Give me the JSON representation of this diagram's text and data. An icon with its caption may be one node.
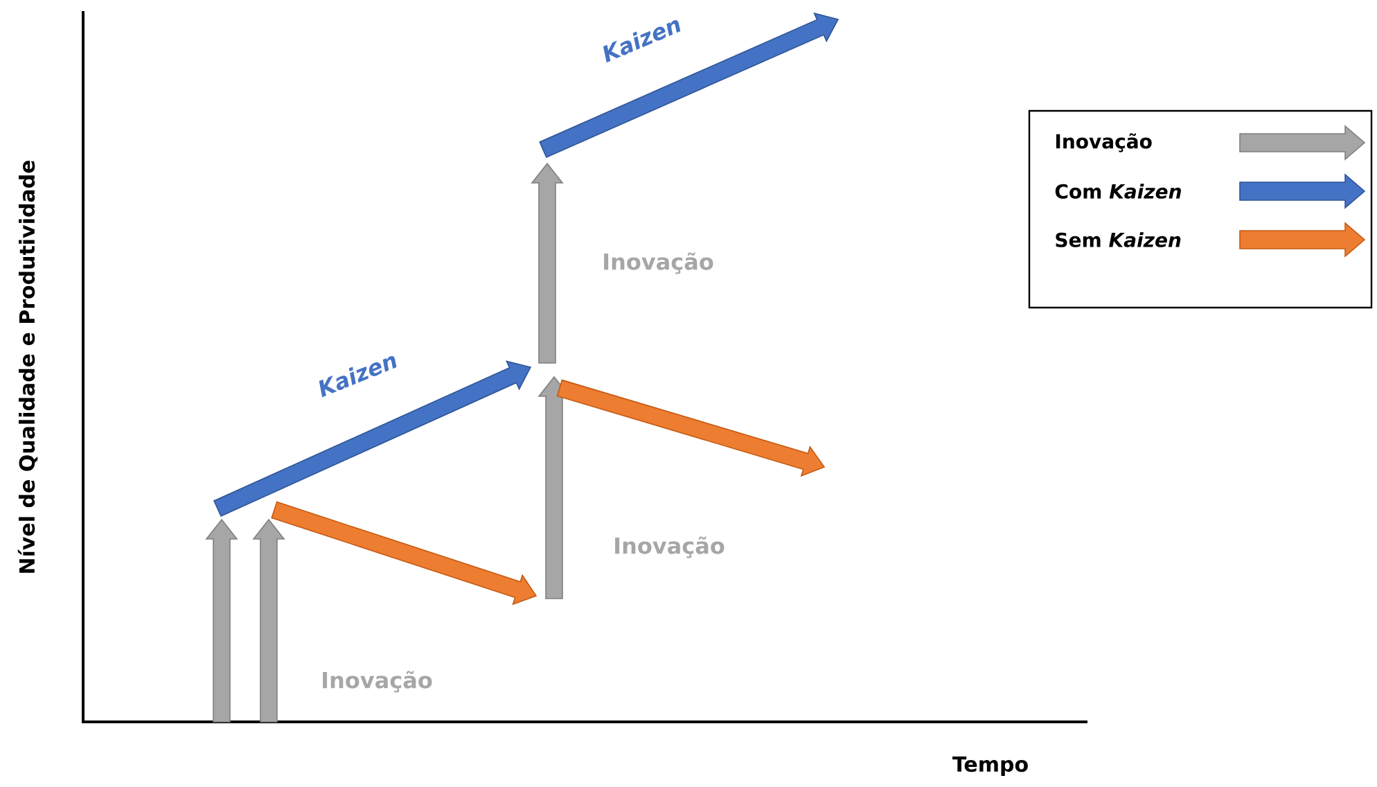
{
  "diagram": {
    "labels": [
      "Nível de Qualidade e Produtividade",
      "Kaizen",
      "Inovação",
      "Kaizen",
      "Inovação",
      "Inovação",
      "Tempo"
    ],
    "legend": [
      {
        "text": "Inovação"
      },
      {
        "text": "Com *Kaizen*"
      },
      {
        "text": "Sem *Kaizen*"
      }
    ]
  }
}
